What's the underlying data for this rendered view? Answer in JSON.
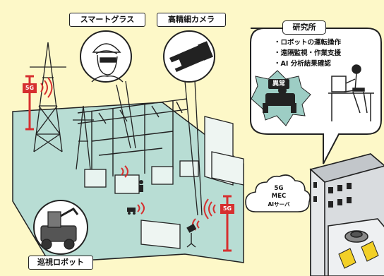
{
  "labels": {
    "smart_glasses": "スマートグラス",
    "hd_camera": "高精細カメラ",
    "patrol_robot": "巡視ロボット",
    "anomaly": "異常"
  },
  "lab": {
    "title": "研究所",
    "items": [
      "・ロボットの運転操作",
      "・遠隔監視・作業支援",
      "・AI 分析結果確認"
    ]
  },
  "cloud": {
    "line1": "5G",
    "line2": "MEC",
    "line3": "AIサーバ"
  },
  "antenna_badge": "5G",
  "colors": {
    "background": "#fdf8c8",
    "ground": "#b8ddd4",
    "signal_red": "#d62f2f",
    "outline": "#222222"
  }
}
